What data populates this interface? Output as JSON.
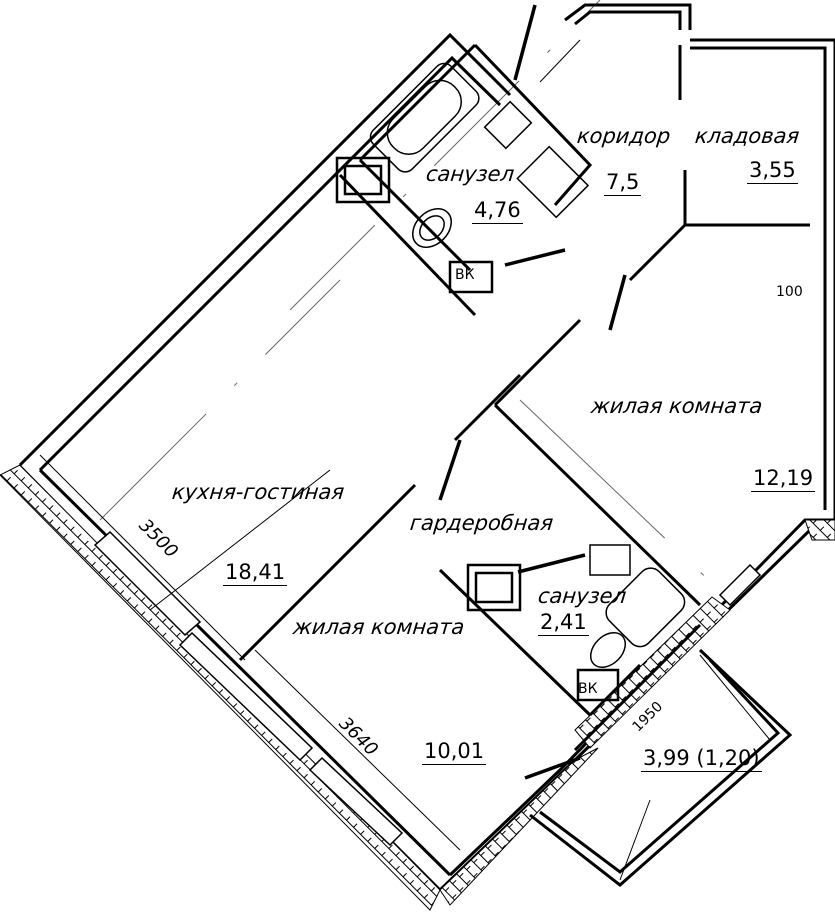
{
  "rooms": {
    "corridor": {
      "name": "коридор",
      "area": "7,5"
    },
    "storage": {
      "name": "кладовая",
      "area": "3,55"
    },
    "bathroom_top": {
      "name": "санузел",
      "area": "4,76"
    },
    "bedroom_right": {
      "name": "жилая комната",
      "area": "12,19"
    },
    "kitchen_living": {
      "name": "кухня-гостиная",
      "area": "18,41"
    },
    "wardrobe": {
      "name": "гардеробная"
    },
    "bathroom_small": {
      "name": "санузел",
      "area": "2,41"
    },
    "bedroom_bottom": {
      "name": "жилая комната",
      "area": "10,01"
    },
    "balcony": {
      "area": "3,99 (1,20)"
    }
  },
  "labels": {
    "vk_top": "ВК",
    "vk_bottom": "ВК",
    "wall_100": "100"
  },
  "dimensions": {
    "d3500": "3500",
    "d3640": "3640",
    "d1950": "1950"
  },
  "colors": {
    "ink": "#000000",
    "paper": "#ffffff"
  }
}
